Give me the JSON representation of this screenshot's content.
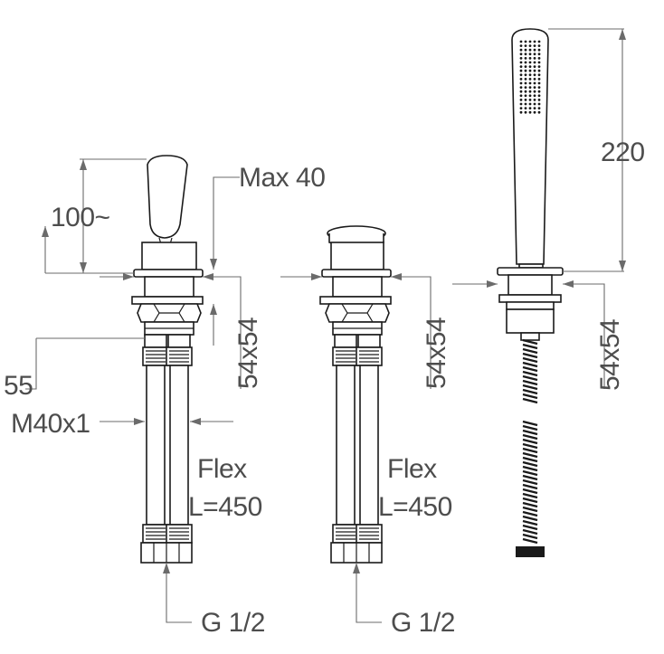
{
  "colors": {
    "line": "#1a1a1a",
    "dimension": "#6b6b6b",
    "label": "#4d4d4d"
  },
  "labels": {
    "max_40": "Max 40",
    "height_100": "100~",
    "size_55": "55",
    "thread": "M40x1",
    "flex_1": "Flex",
    "length_1": "L=450",
    "connection_1": "G 1/2",
    "square_1": "54x54",
    "flex_2": "Flex",
    "length_2": "L=450",
    "connection_2": "G 1/2",
    "square_2": "54x54",
    "height_220": "220",
    "square_3": "54x54"
  }
}
